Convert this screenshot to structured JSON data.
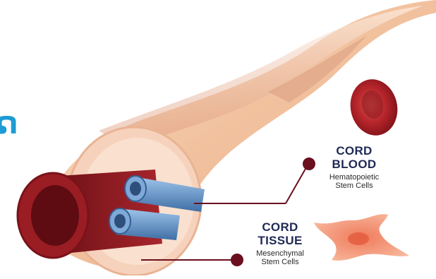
{
  "title_fragment": "ຶດ",
  "labels": {
    "cord_blood": {
      "line1": "CORD",
      "line2": "BLOOD",
      "desc1": "Hematopoietic",
      "desc2": "Stem Cells"
    },
    "cord_tissue": {
      "line1": "CORD",
      "line2": "TISSUE",
      "desc1": "Mesenchymal",
      "desc2": "Stem Cells"
    }
  },
  "colors": {
    "accent": "#1c9bd4",
    "label_text": "#1f2a55",
    "leader_line": "#6b0f1f",
    "artery": "#8c1b22",
    "vein": "#5b8fc7",
    "cord_skin": "#f2c3a0"
  }
}
